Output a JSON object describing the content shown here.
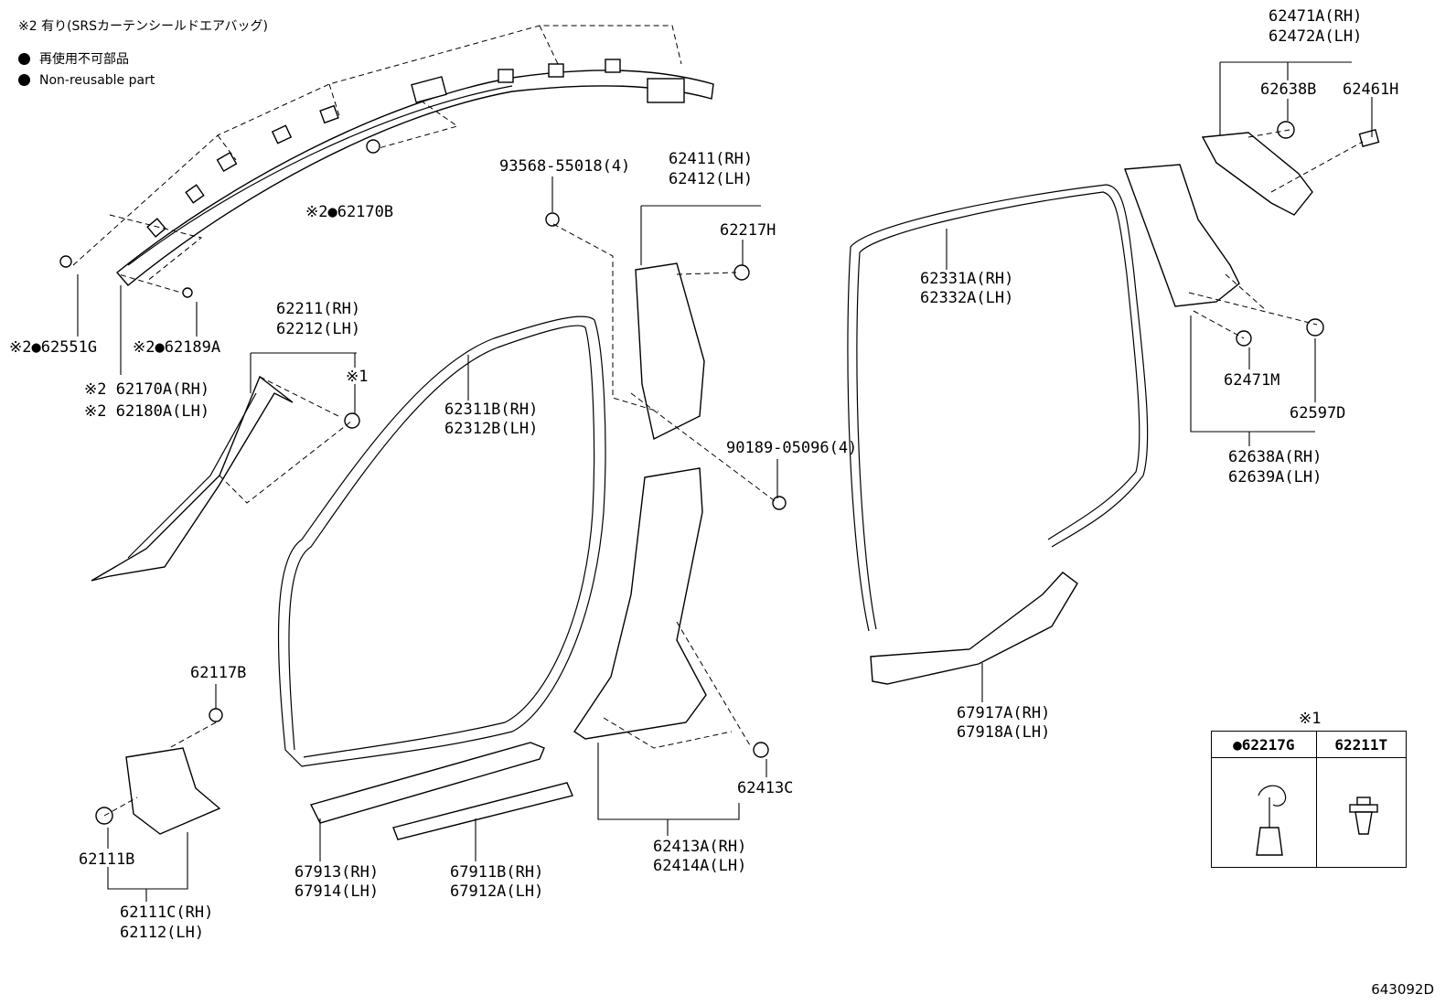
{
  "legend": {
    "note_srs": "※2 有り(SRSカーテンシールドエアバッグ)",
    "non_reusable_jp": "再使用不可部品",
    "non_reusable_en": "Non-reusable part"
  },
  "labels": {
    "p62471A": "62471A(RH)",
    "p62472A": "62472A(LH)",
    "p62638B": "62638B",
    "p62461H": "62461H",
    "p62170B": "※2●62170B",
    "p93568": "93568-55018(4)",
    "p62411": "62411(RH)",
    "p62412": "62412(LH)",
    "p62217H": "62217H",
    "p62331A": "62331A(RH)",
    "p62332A": "62332A(LH)",
    "p62551G": "※2●62551G",
    "p62189A": "※2●62189A",
    "p62170A": "※2 62170A(RH)",
    "p62180A": "※2 62180A(LH)",
    "p62211": "62211(RH)",
    "p62212": "62212(LH)",
    "note1": "※1",
    "p62311B": "62311B(RH)",
    "p62312B": "62312B(LH)",
    "p62471M": "62471M",
    "p62597D": "62597D",
    "p62638A": "62638A(RH)",
    "p62639A": "62639A(LH)",
    "p90189": "90189-05096(4)",
    "p62117B": "62117B",
    "p67917A": "67917A(RH)",
    "p67918A": "67918A(LH)",
    "p62413C": "62413C",
    "p62111B": "62111B",
    "p67913": "67913(RH)",
    "p67914": "67914(LH)",
    "p67911B": "67911B(RH)",
    "p67912A": "67912A(LH)",
    "p62413A": "62413A(RH)",
    "p62414A": "62414A(LH)",
    "p62111C": "62111C(RH)",
    "p62112": "62112(LH)"
  },
  "clip_table": {
    "note": "※1",
    "col1": "●62217G",
    "col2": "62211T"
  },
  "ref_number": "643092D"
}
